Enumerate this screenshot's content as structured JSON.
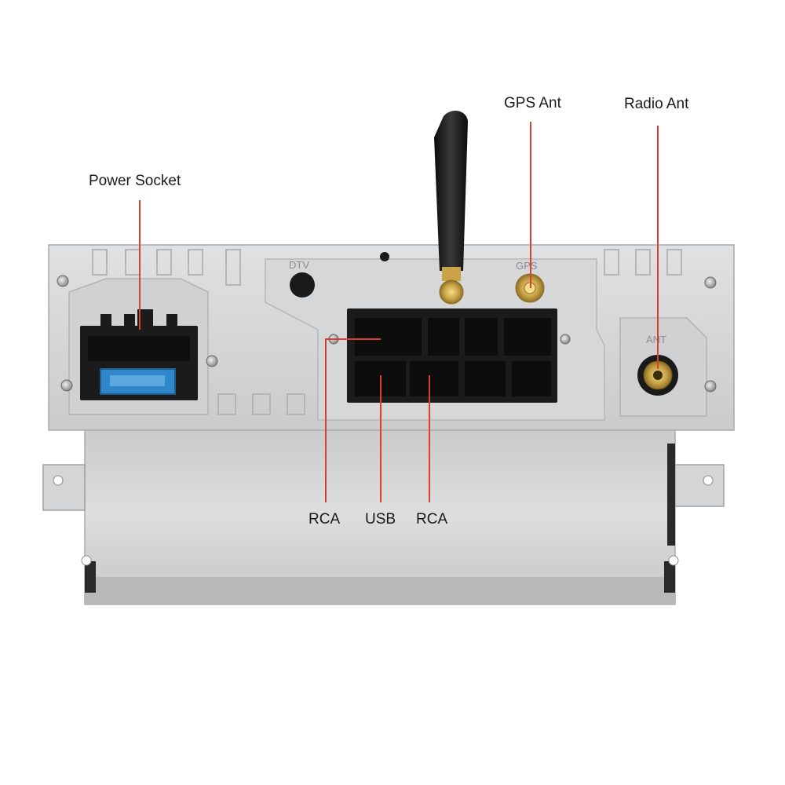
{
  "labels": {
    "power_socket": "Power Socket",
    "gps_ant": "GPS Ant",
    "radio_ant": "Radio Ant",
    "rca_left": "RCA",
    "usb": "USB",
    "rca_right": "RCA"
  },
  "embossed": {
    "dtv": "DTV",
    "gps": "GPS",
    "ant": "ANT"
  },
  "colors": {
    "leader_line": "#d9402e",
    "panel": "#d4d6d8",
    "connector_black": "#1b1b1b",
    "fuse_blue": "#2f86c8",
    "gold": "#c9a347"
  },
  "icons": [
    "screw-icon",
    "gsm-antenna-icon",
    "gps-sma-connector-icon",
    "radio-antenna-jack-icon"
  ]
}
